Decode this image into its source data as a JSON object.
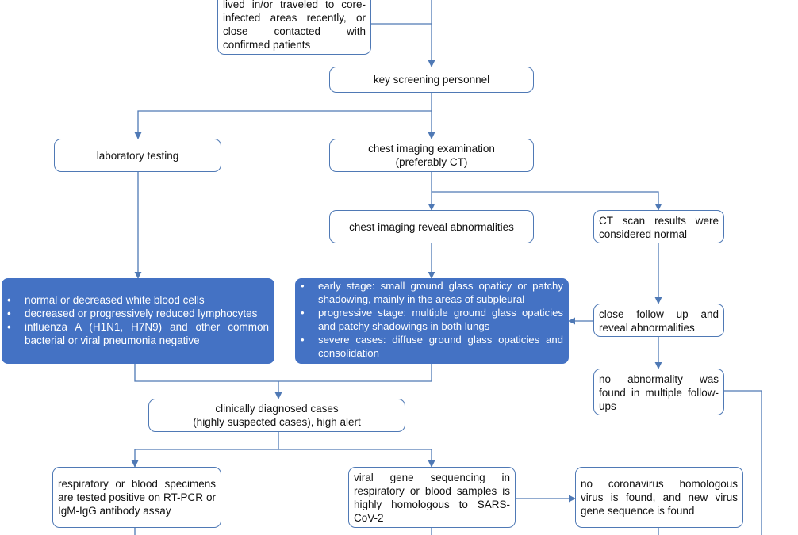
{
  "nodes": {
    "exposure": "lived in/or traveled to core-infected areas recently, or close contacted with confirmed patients",
    "key_screening": "key screening personnel",
    "lab_testing": "laboratory testing",
    "chest_imaging": {
      "line1": "chest imaging examination",
      "line2": "(preferably CT)"
    },
    "imaging_abnormal": "chest imaging reveal abnormalities",
    "ct_normal": "CT scan results were considered normal",
    "lab_findings": [
      "normal or decreased white blood cells",
      "decreased or progressively reduced lymphocytes",
      "influenza A (H1N1, H7N9) and other common bacterial or viral pneumonia negative"
    ],
    "imaging_findings": [
      "early stage: small ground glass opaticy or patchy shadowing, mainly in the areas of subpleural",
      "progressive stage: multiple ground glass opaticies and patchy shadowings in both lungs",
      "severe cases: diffuse ground glass opaticies and consolidation"
    ],
    "follow_up": "close follow up and reveal abnormalities",
    "no_abnormality": "no abnormality was found in multiple follow-ups",
    "clinically_diagnosed": {
      "line1": "clinically diagnosed cases",
      "line2": "(highly suspected cases), high alert"
    },
    "specimens_positive": "respiratory or blood specimens are tested positive on RT-PCR or IgM-IgG antibody assay",
    "viral_sequencing": "viral gene sequencing in respiratory or blood samples is highly homologous to SARS-CoV-2",
    "no_coronavirus": "no coronavirus homologous virus is found, and new virus gene sequence is found"
  },
  "colors": {
    "line": "#4f79b5",
    "fill": "#4472c4",
    "text": "#111111"
  }
}
